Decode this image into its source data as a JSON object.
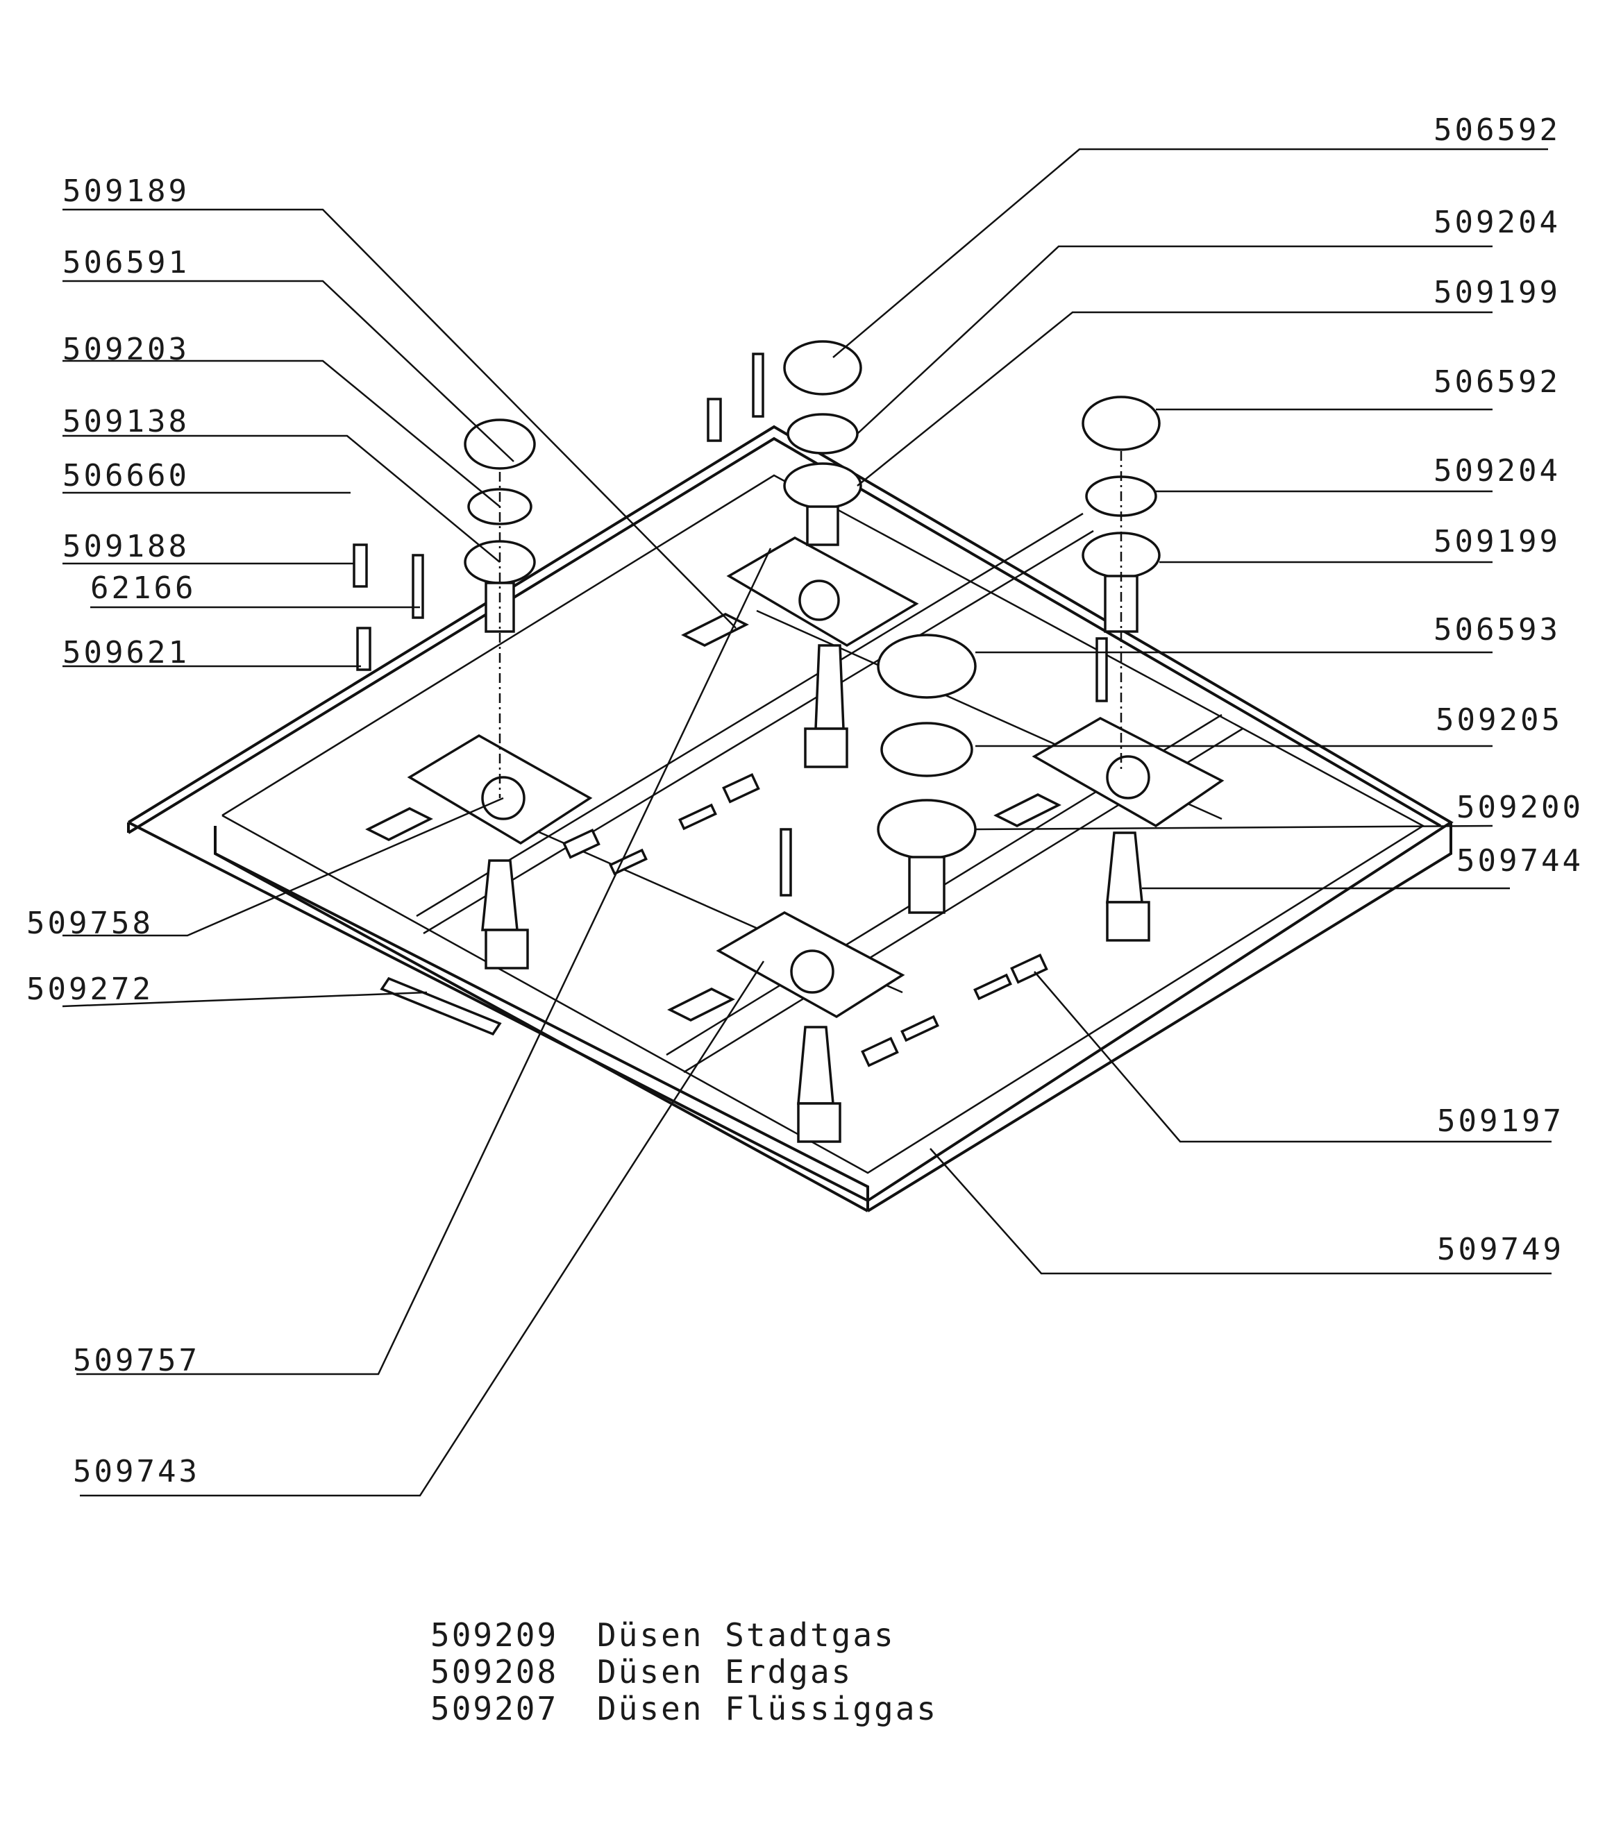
{
  "callouts": {
    "left": [
      {
        "id": "509189",
        "text": "509189"
      },
      {
        "id": "506591",
        "text": "506591"
      },
      {
        "id": "509203",
        "text": "509203"
      },
      {
        "id": "509138",
        "text": "509138"
      },
      {
        "id": "506660",
        "text": "506660"
      },
      {
        "id": "509188",
        "text": "509188"
      },
      {
        "id": "62166",
        "text": "62166"
      },
      {
        "id": "509621",
        "text": "509621"
      },
      {
        "id": "509758",
        "text": "509758"
      },
      {
        "id": "509272",
        "text": "509272"
      },
      {
        "id": "509757",
        "text": "509757"
      },
      {
        "id": "509743",
        "text": "509743"
      }
    ],
    "right": [
      {
        "id": "506592a",
        "text": "506592"
      },
      {
        "id": "509204a",
        "text": "509204"
      },
      {
        "id": "509199a",
        "text": "509199"
      },
      {
        "id": "506592b",
        "text": "506592"
      },
      {
        "id": "509204b",
        "text": "509204"
      },
      {
        "id": "509199b",
        "text": "509199"
      },
      {
        "id": "506593",
        "text": "506593"
      },
      {
        "id": "509205",
        "text": "509205"
      },
      {
        "id": "509200",
        "text": "509200"
      },
      {
        "id": "509744",
        "text": "509744"
      },
      {
        "id": "509197",
        "text": "509197"
      },
      {
        "id": "509749",
        "text": "509749"
      }
    ]
  },
  "legend": [
    {
      "code": "509209",
      "description": "Düsen Stadtgas"
    },
    {
      "code": "509208",
      "description": "Düsen Erdgas"
    },
    {
      "code": "509207",
      "description": "Düsen Flüssiggas"
    }
  ]
}
